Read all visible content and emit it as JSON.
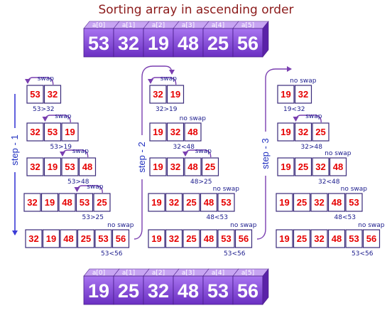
{
  "title": "Sorting array in ascending order",
  "index_labels": [
    "a[0]",
    "a[1]",
    "a[2]",
    "a[3]",
    "a[4]",
    "a[5]"
  ],
  "initial_array": [
    53,
    32,
    19,
    48,
    25,
    56
  ],
  "sorted_array": [
    19,
    25,
    32,
    48,
    53,
    56
  ],
  "step_labels": [
    "step - 1",
    "step - 2",
    "step - 3"
  ],
  "rows": [
    {
      "col": 0,
      "values": [
        53,
        32
      ],
      "action": "swap",
      "cmp": "53>32"
    },
    {
      "col": 0,
      "values": [
        32,
        53,
        19
      ],
      "action": "swap",
      "cmp": "53>19"
    },
    {
      "col": 0,
      "values": [
        32,
        19,
        53,
        48
      ],
      "action": "swap",
      "cmp": "53>48"
    },
    {
      "col": 0,
      "values": [
        32,
        19,
        48,
        53,
        25
      ],
      "action": "swap",
      "cmp": "53>25"
    },
    {
      "col": 0,
      "values": [
        32,
        19,
        48,
        25,
        53,
        56
      ],
      "action": "no swap",
      "cmp": "53<56"
    },
    {
      "col": 1,
      "values": [
        32,
        19
      ],
      "action": "swap",
      "cmp": "32>19"
    },
    {
      "col": 1,
      "values": [
        19,
        32,
        48
      ],
      "action": "no swap",
      "cmp": "32<48"
    },
    {
      "col": 1,
      "values": [
        19,
        32,
        48,
        25
      ],
      "action": "swap",
      "cmp": "48>25"
    },
    {
      "col": 1,
      "values": [
        19,
        32,
        25,
        48,
        53
      ],
      "action": "no swap",
      "cmp": "48<53"
    },
    {
      "col": 1,
      "values": [
        19,
        32,
        25,
        48,
        53,
        56
      ],
      "action": "no swap",
      "cmp": "53<56"
    },
    {
      "col": 2,
      "values": [
        19,
        32
      ],
      "action": "no swap",
      "cmp": "19<32"
    },
    {
      "col": 2,
      "values": [
        19,
        32,
        25
      ],
      "action": "swap",
      "cmp": "32>48"
    },
    {
      "col": 2,
      "values": [
        19,
        25,
        32,
        48
      ],
      "action": "no swap",
      "cmp": "32<48"
    },
    {
      "col": 2,
      "values": [
        19,
        25,
        32,
        48,
        53
      ],
      "action": "no swap",
      "cmp": "48<53"
    },
    {
      "col": 2,
      "values": [
        19,
        25,
        32,
        48,
        53,
        56
      ],
      "action": "no swap",
      "cmp": "53<56"
    }
  ],
  "colors": {
    "title": "#8b1a1a",
    "cell_text": "#e60000",
    "cell_border": "#3a2a7a",
    "annotation": "#1a1a8c",
    "arrow": "#7a3fb0",
    "block_front": "#8a4ad8",
    "block_top": "#c7a4f2",
    "block_side": "#5a22a8"
  }
}
